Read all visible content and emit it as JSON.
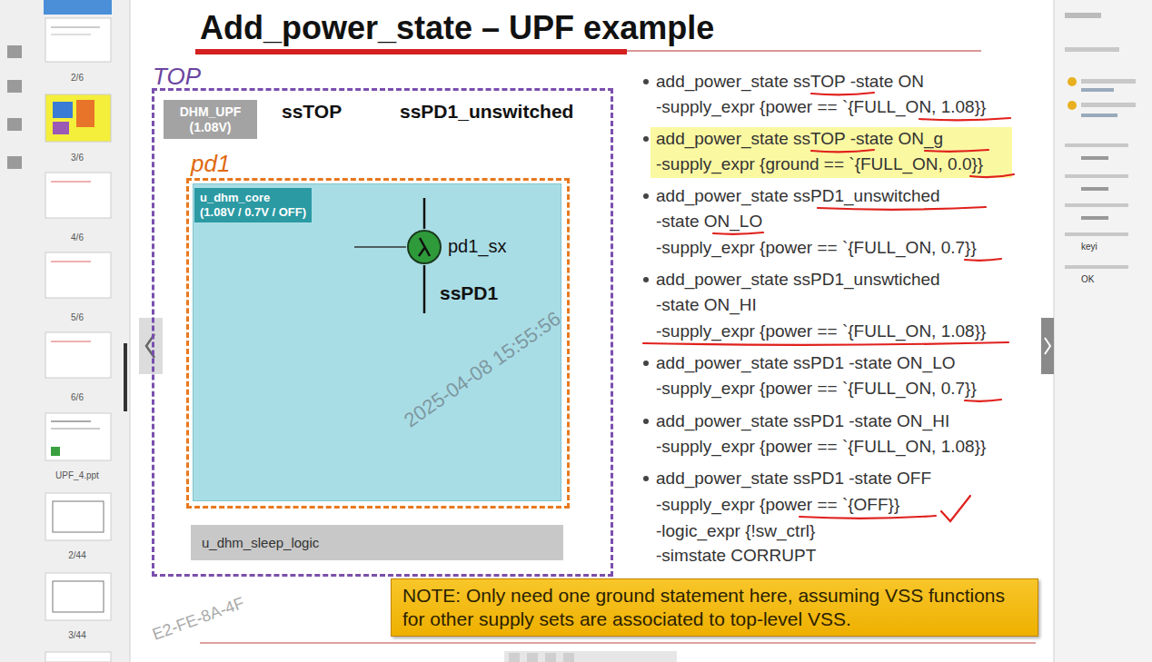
{
  "diagram": {
    "title": "Add_power_state – UPF example",
    "nodes": [
      {
        "text": [
          "TOP"
        ]
      },
      {
        "text": [
          "DHM_UPF (1.08V)"
        ],
        "in": 0
      },
      {
        "text": [
          "pd1"
        ],
        "in": 0
      },
      {
        "text": [
          "u_dhm_core",
          "(1.08V / 0.7V / OFF)"
        ],
        "in": 2
      },
      {
        "text": [
          "pd1_sx"
        ],
        "in": 3
      },
      {
        "text": [
          "u_dhm_sleep_logic"
        ],
        "in": 0
      },
      {
        "text": [
          "NOTE: Only need one ground statement here, assuming VSS functions for other supply sets are associated to top-level VSS."
        ]
      }
    ],
    "labels": [
      "ssTOP",
      "ssPD1_unswitched",
      "ssPD1",
      "add_power_state ssTOP -state ON",
      "-supply_expr {power == `{FULL_ON, 1.08}}",
      "add_power_state ssTOP -state ON_g",
      "-supply_expr {ground == `{FULL_ON, 0.0}}",
      "add_power_state ssPD1_unswitched",
      "-state ON_LO",
      "-supply_expr {power == `{FULL_ON, 0.7}}",
      "add_power_state ssPD1_unswtiched",
      "-state ON_HI",
      "-supply_expr {power == `{FULL_ON, 1.08}}",
      "add_power_state ssPD1 -state ON_LO",
      "-supply_expr {power == `{FULL_ON, 0.7}}",
      "add_power_state ssPD1 -state ON_HI",
      "-supply_expr {power == `{FULL_ON, 1.08}}",
      "add_power_state ssPD1 -state OFF",
      "-supply_expr {power == `{OFF}}",
      "-logic_expr {!sw_ctrl}",
      "-simstate CORRUPT",
      "2025-04-08 15:55:56",
      "E2-FE-8A-4F",
      "2/6",
      "3/6",
      "4/6",
      "5/6",
      "6/6",
      "UPF_4.ppt",
      "2/44",
      "3/44",
      "keyi",
      "OK"
    ]
  }
}
